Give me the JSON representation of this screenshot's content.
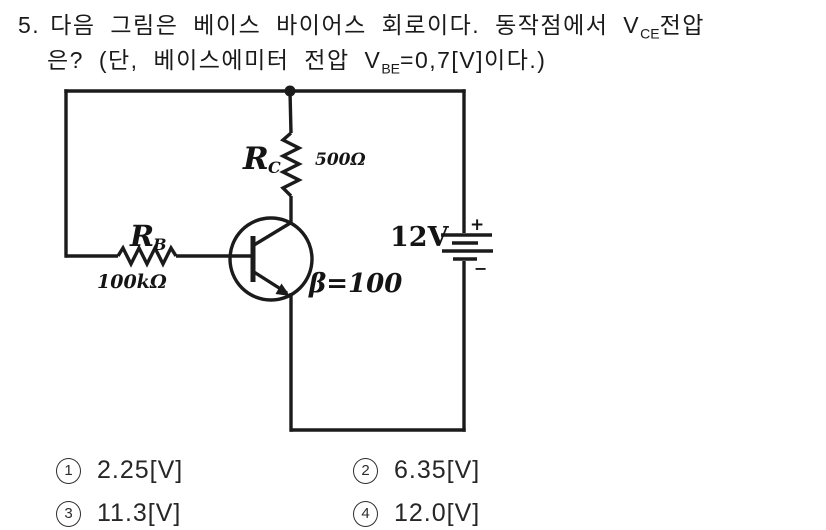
{
  "question": {
    "number": "5.",
    "line1_text": "다음 그림은 베이스 바이어스 회로이다. 동작점에서",
    "v_symbol": "V",
    "v_ce_sub": "CE",
    "line1_tail": "전압",
    "line2_pre": "은? (단, 베이스에미터 전압 V",
    "v_be_sub": "BE",
    "line2_post": "=0,7[V]이다.)"
  },
  "circuit": {
    "rb_label": "R",
    "rb_sub": "B",
    "rb_value": "100kΩ",
    "rc_label": "R",
    "rc_sub": "C",
    "rc_value": "500Ω",
    "battery_label": "12V",
    "battery_plus": "+",
    "battery_minus": "−",
    "beta_label": "β=100"
  },
  "options": [
    {
      "num": "1",
      "label": "2.25[V]"
    },
    {
      "num": "2",
      "label": "6.35[V]"
    },
    {
      "num": "3",
      "label": "11.3[V]"
    },
    {
      "num": "4",
      "label": "12.0[V]"
    }
  ],
  "colors": {
    "ink": "#1b1b1b",
    "background": "#ffffff"
  }
}
